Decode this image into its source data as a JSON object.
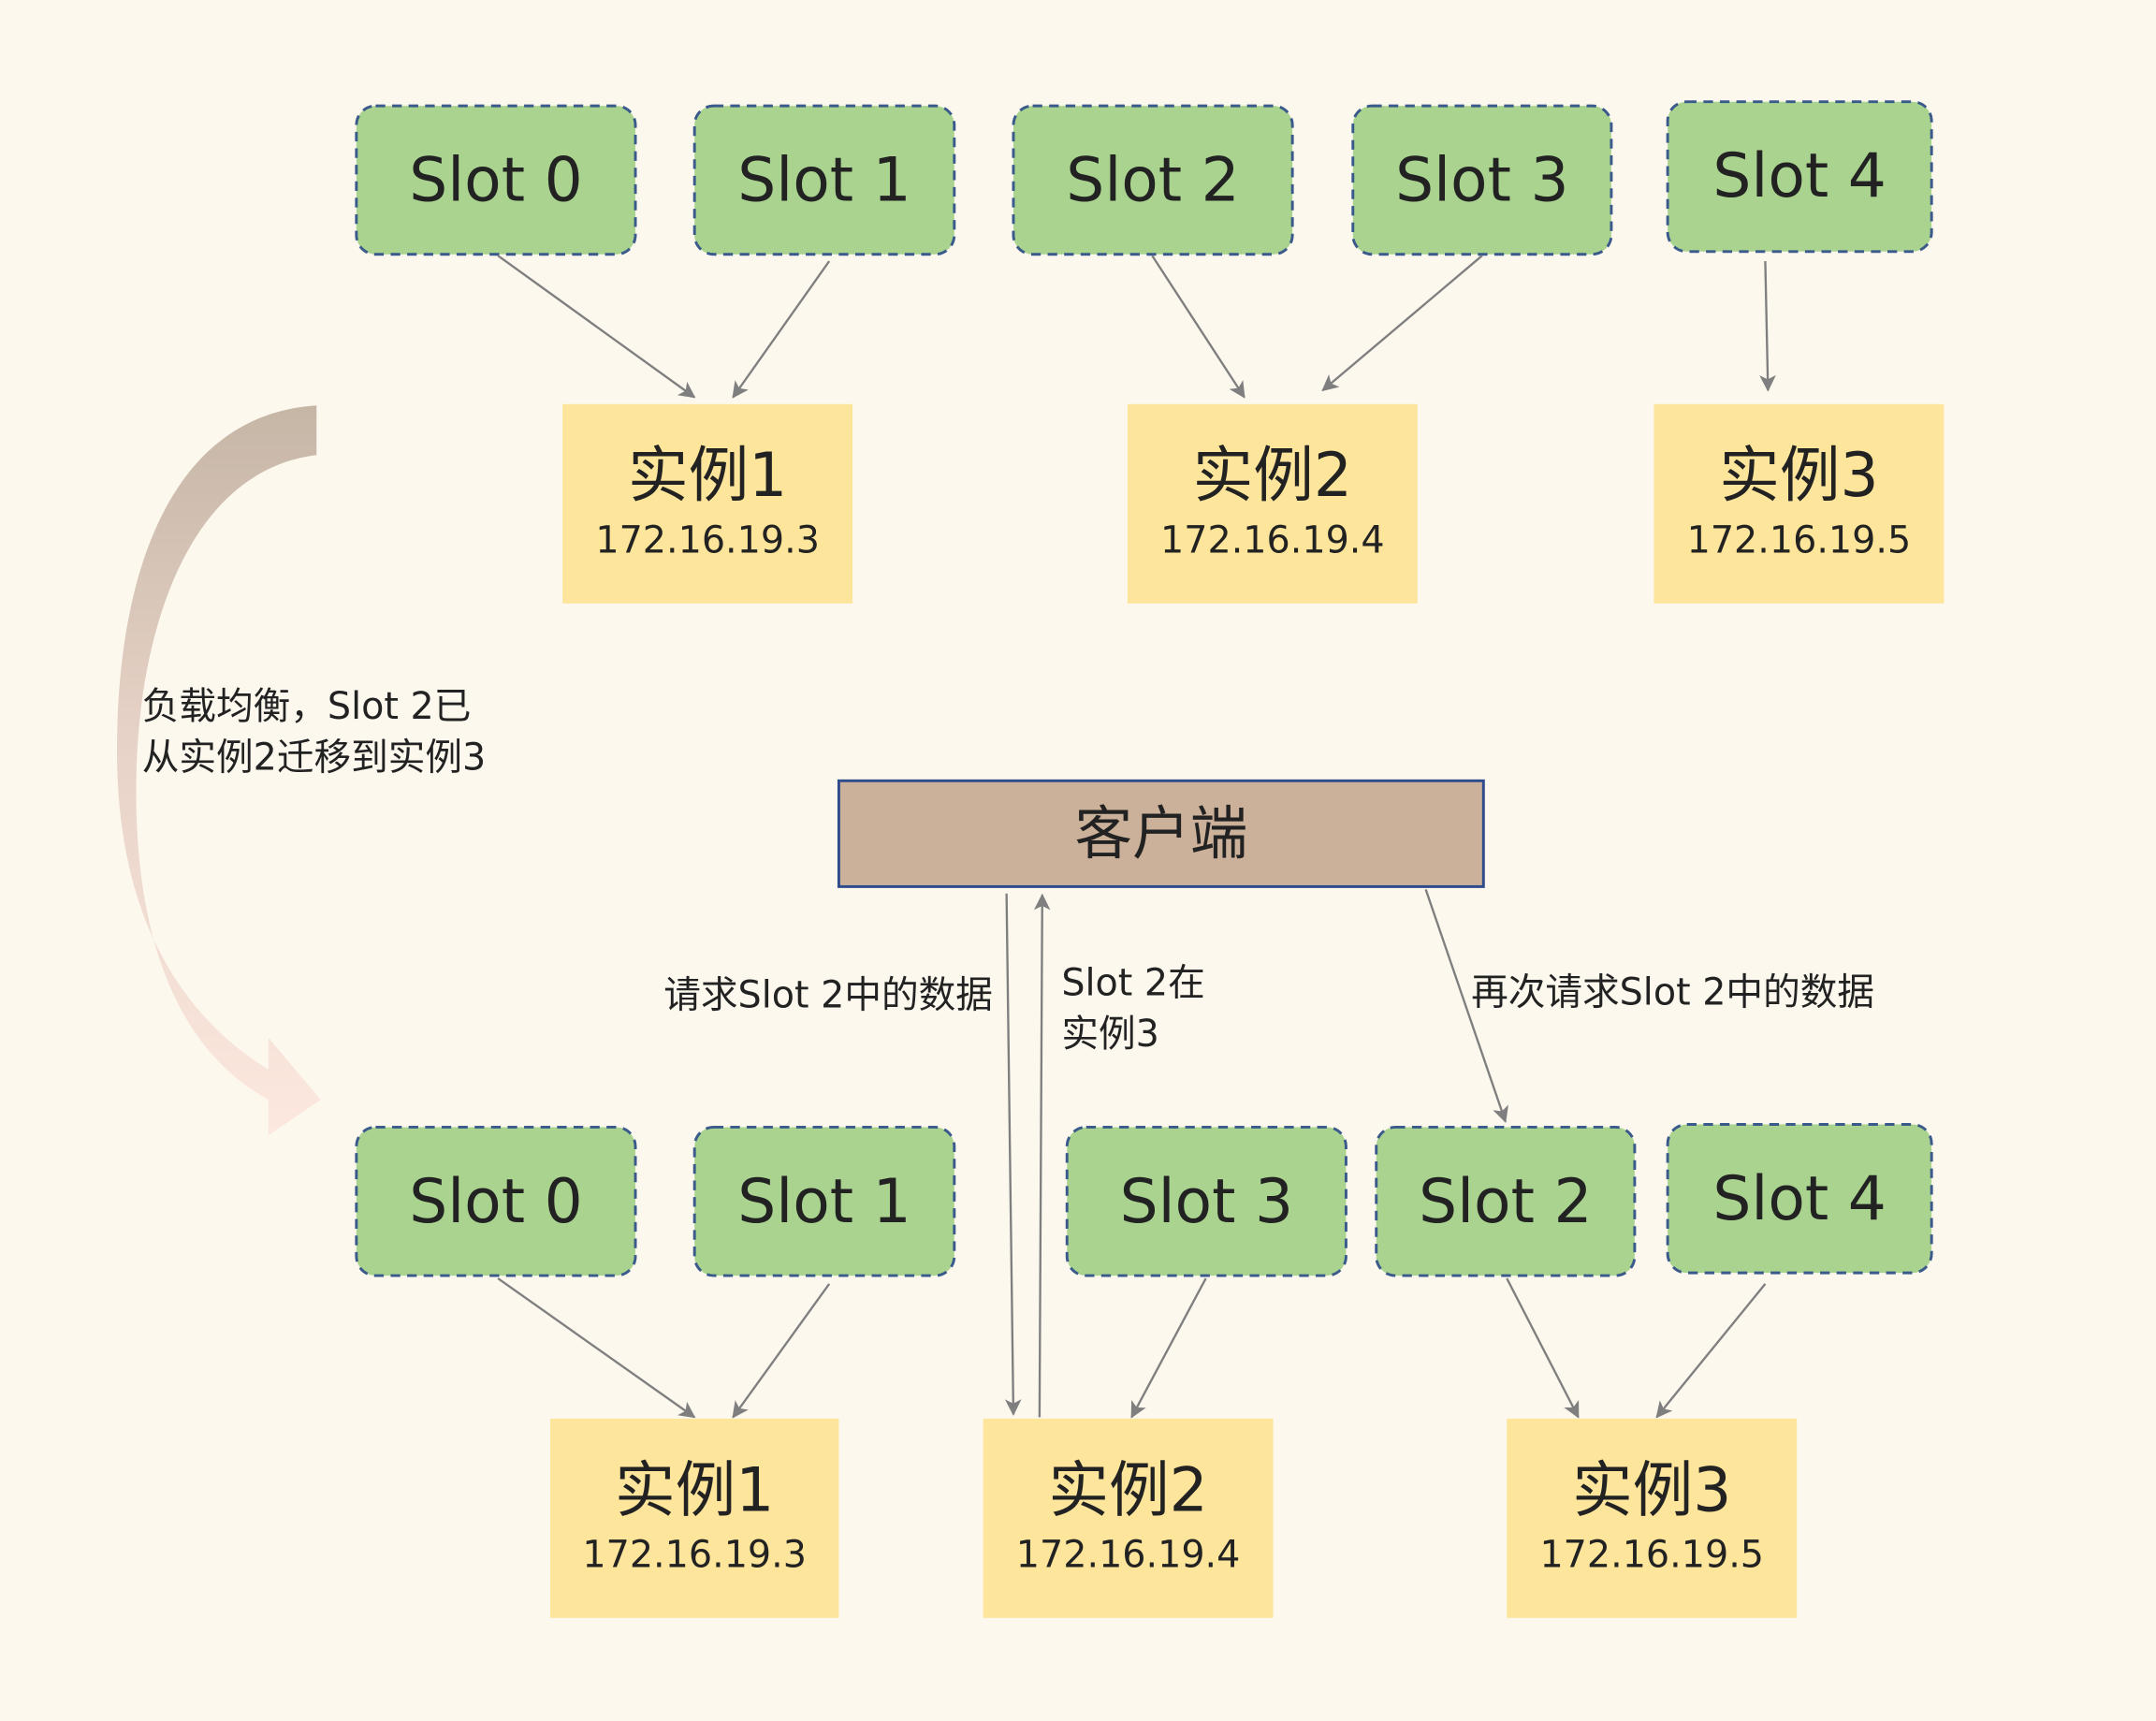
{
  "top": {
    "slots": [
      {
        "label": "Slot 0"
      },
      {
        "label": "Slot 1"
      },
      {
        "label": "Slot 2"
      },
      {
        "label": "Slot 3"
      },
      {
        "label": "Slot 4"
      }
    ],
    "instances": [
      {
        "name": "实例1",
        "ip": "172.16.19.3"
      },
      {
        "name": "实例2",
        "ip": "172.16.19.4"
      },
      {
        "name": "实例3",
        "ip": "172.16.19.5"
      }
    ]
  },
  "migration_note": {
    "line1": "负载均衡，Slot 2已",
    "line2": "从实例2迁移到实例3"
  },
  "client": {
    "label": "客户端"
  },
  "requests": {
    "first": "请求Slot 2中的数据",
    "redirect_line1": "Slot 2在",
    "redirect_line2": "实例3",
    "second": "再次请求Slot 2中的数据"
  },
  "bottom": {
    "slots": [
      {
        "label": "Slot 0"
      },
      {
        "label": "Slot 1"
      },
      {
        "label": "Slot 3"
      },
      {
        "label": "Slot 2"
      },
      {
        "label": "Slot 4"
      }
    ],
    "instances": [
      {
        "name": "实例1",
        "ip": "172.16.19.3"
      },
      {
        "name": "实例2",
        "ip": "172.16.19.4"
      },
      {
        "name": "实例3",
        "ip": "172.16.19.5"
      }
    ]
  },
  "colors": {
    "bg": "#fcf8ee",
    "slot": "#a9d38f",
    "slot-border": "#3b5a8c",
    "instance": "#fde59b",
    "client": "#cbb09a",
    "client-border": "#2e4b8c",
    "arrow": "#7f7f7f"
  }
}
